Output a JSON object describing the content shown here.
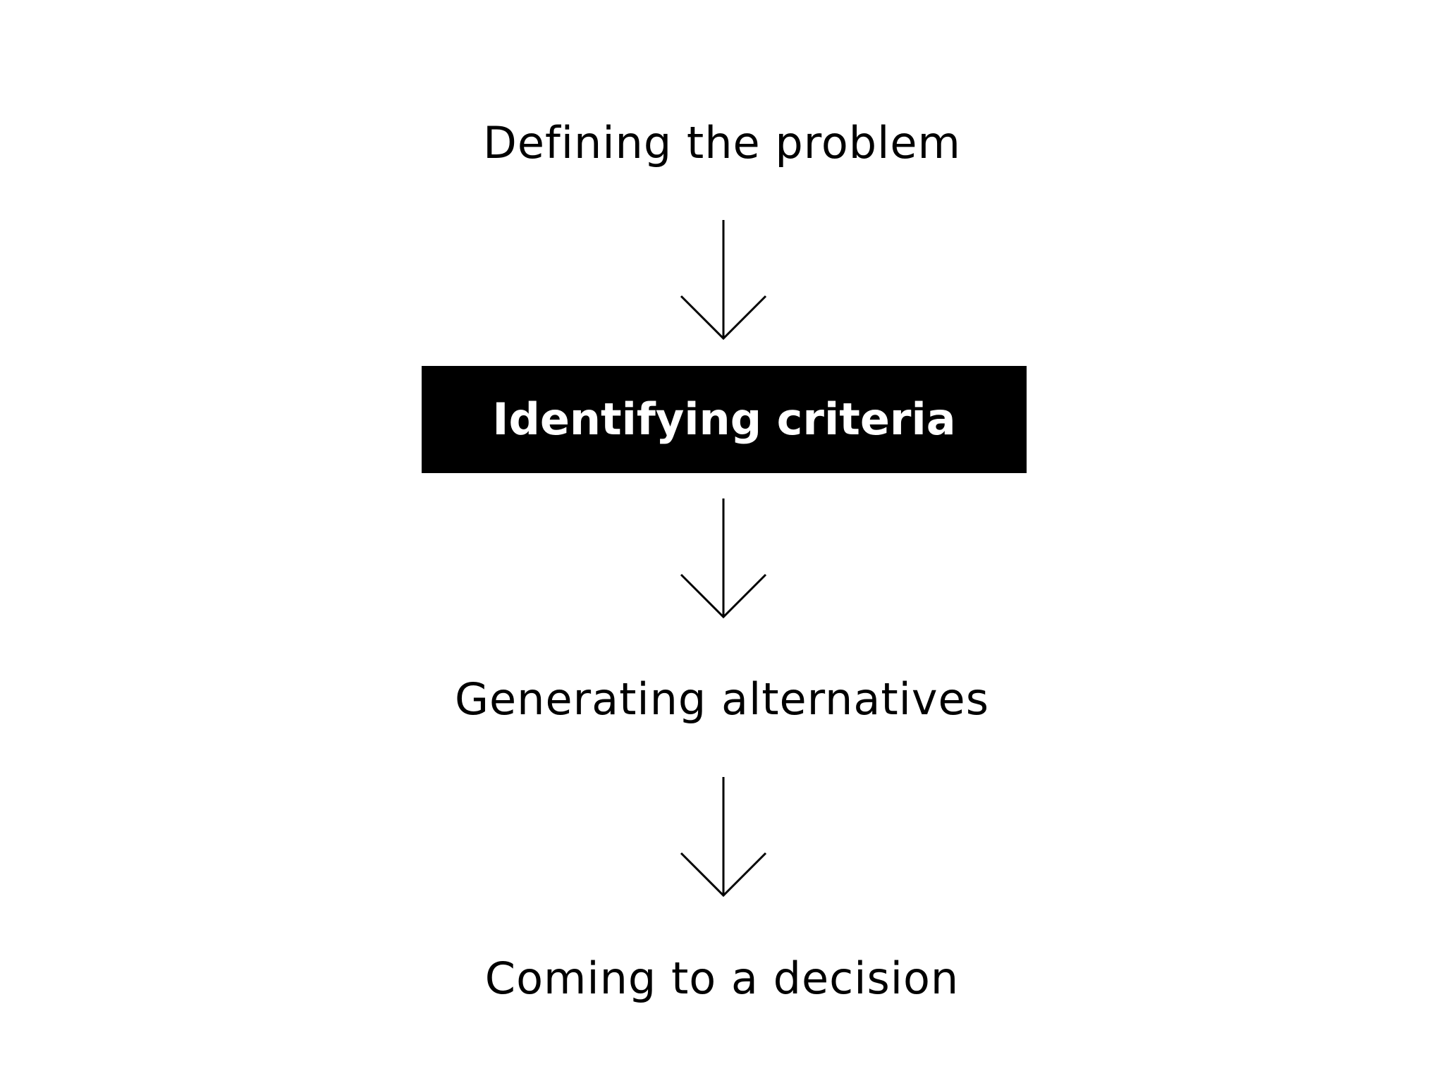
{
  "diagram": {
    "steps": [
      {
        "label": "Defining the problem",
        "highlighted": false
      },
      {
        "label": "Identifying criteria",
        "highlighted": true
      },
      {
        "label": "Generating alternatives",
        "highlighted": false
      },
      {
        "label": "Coming to a decision",
        "highlighted": false
      }
    ],
    "colors": {
      "background": "#ffffff",
      "text": "#000000",
      "highlight_background": "#000000",
      "highlight_text": "#ffffff"
    },
    "arrow_icon": "arrow-down-icon"
  }
}
